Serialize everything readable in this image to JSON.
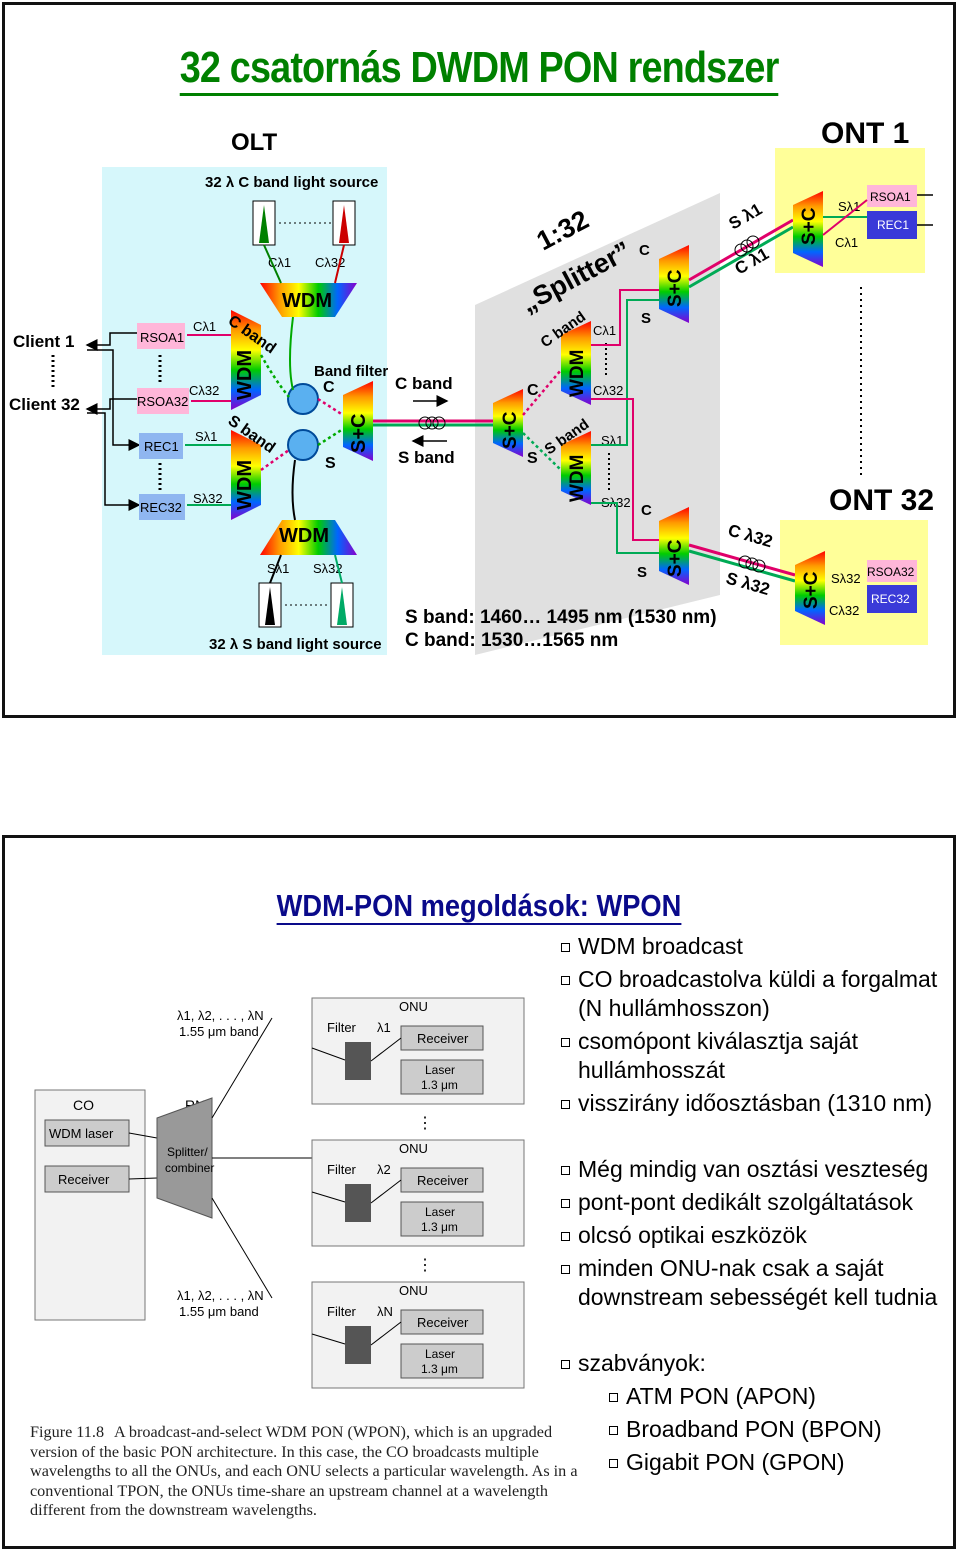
{
  "slide1": {
    "title": "32 csatornás DWDM PON rendszer",
    "olt": "OLT",
    "c_source": "32  λ  C band light source",
    "s_source": "32 λ S band light source",
    "client1": "Client 1",
    "client32": "Client 32",
    "rsoa1": "RSOA1",
    "rsoa32": "RSOA32",
    "rec1": "REC1",
    "rec32": "REC32",
    "c_l1": "Cλ1",
    "c_l32": "Cλ32",
    "s_l1": "Sλ1",
    "s_l32": "Sλ32",
    "wdm": "WDM",
    "c_band": "C band",
    "s_band": "S band",
    "band_filter": "Band filter",
    "c": "C",
    "s": "S",
    "splus_c": "S+C",
    "splitter_ratio": "1:32",
    "splitter": "„Splitter”",
    "ont1": "ONT 1",
    "ont32": "ONT 32",
    "s_space_l1": "S λ1",
    "c_space_l1": "C λ1",
    "c_space_l32": "C λ32",
    "s_space_l32": "S λ32",
    "s_band_range": "S band: 1460… 1495 nm (1530 nm)",
    "c_band_range": "C band: 1530…1565 nm"
  },
  "slide2": {
    "title": "WDM-PON megoldások: WPON",
    "bullets": [
      "WDM broadcast",
      "CO broadcastolva küldi a forgalmat (N hullámhosszon)",
      "csomópont kiválasztja saját hullámhosszát",
      "visszirány időosztásban (1310 nm)",
      "Még mindig van osztási veszteség",
      "pont-pont dedikált szolgáltatások",
      "olcsó optikai eszközök",
      "minden ONU-nak csak a saját downstream sebességét kell tudnia",
      "szabványok:",
      "ATM PON (APON)",
      "Broadband PON (BPON)",
      "Gigabit PON (GPON)"
    ],
    "figure": {
      "co": "CO",
      "wdm_laser": "WDM laser",
      "receiver": "Receiver",
      "rn": "RN",
      "splitter_combiner_1": "Splitter/",
      "splitter_combiner_2": "combiner",
      "lambda_list": "λ1, λ2, . . . , λN",
      "band_155": "1.55 μm band",
      "onu": "ONU",
      "filter": "Filter",
      "l1": "λ1",
      "l2": "λ2",
      "lN": "λN",
      "laser": "Laser",
      "laser_13": "1.3 μm"
    },
    "caption_label": "Figure 11.8",
    "caption": "A broadcast-and-select WDM PON (WPON), which is an upgraded version of the basic PON architecture. In this case, the CO broadcasts multiple wavelengths to all the ONUs, and each ONU selects a particular wavelength. As in a conventional TPON, the ONUs time-share an upstream channel at a wavelength different from the downstream wavelengths."
  },
  "colors": {
    "title_green": "#008000",
    "title_blue": "#0a0a8a",
    "olt_bg": "#d6f7fb",
    "ont_bg": "#ffff99",
    "rsoa_pink": "#ffb6d9",
    "rec_blue": "#3a3ad8"
  }
}
